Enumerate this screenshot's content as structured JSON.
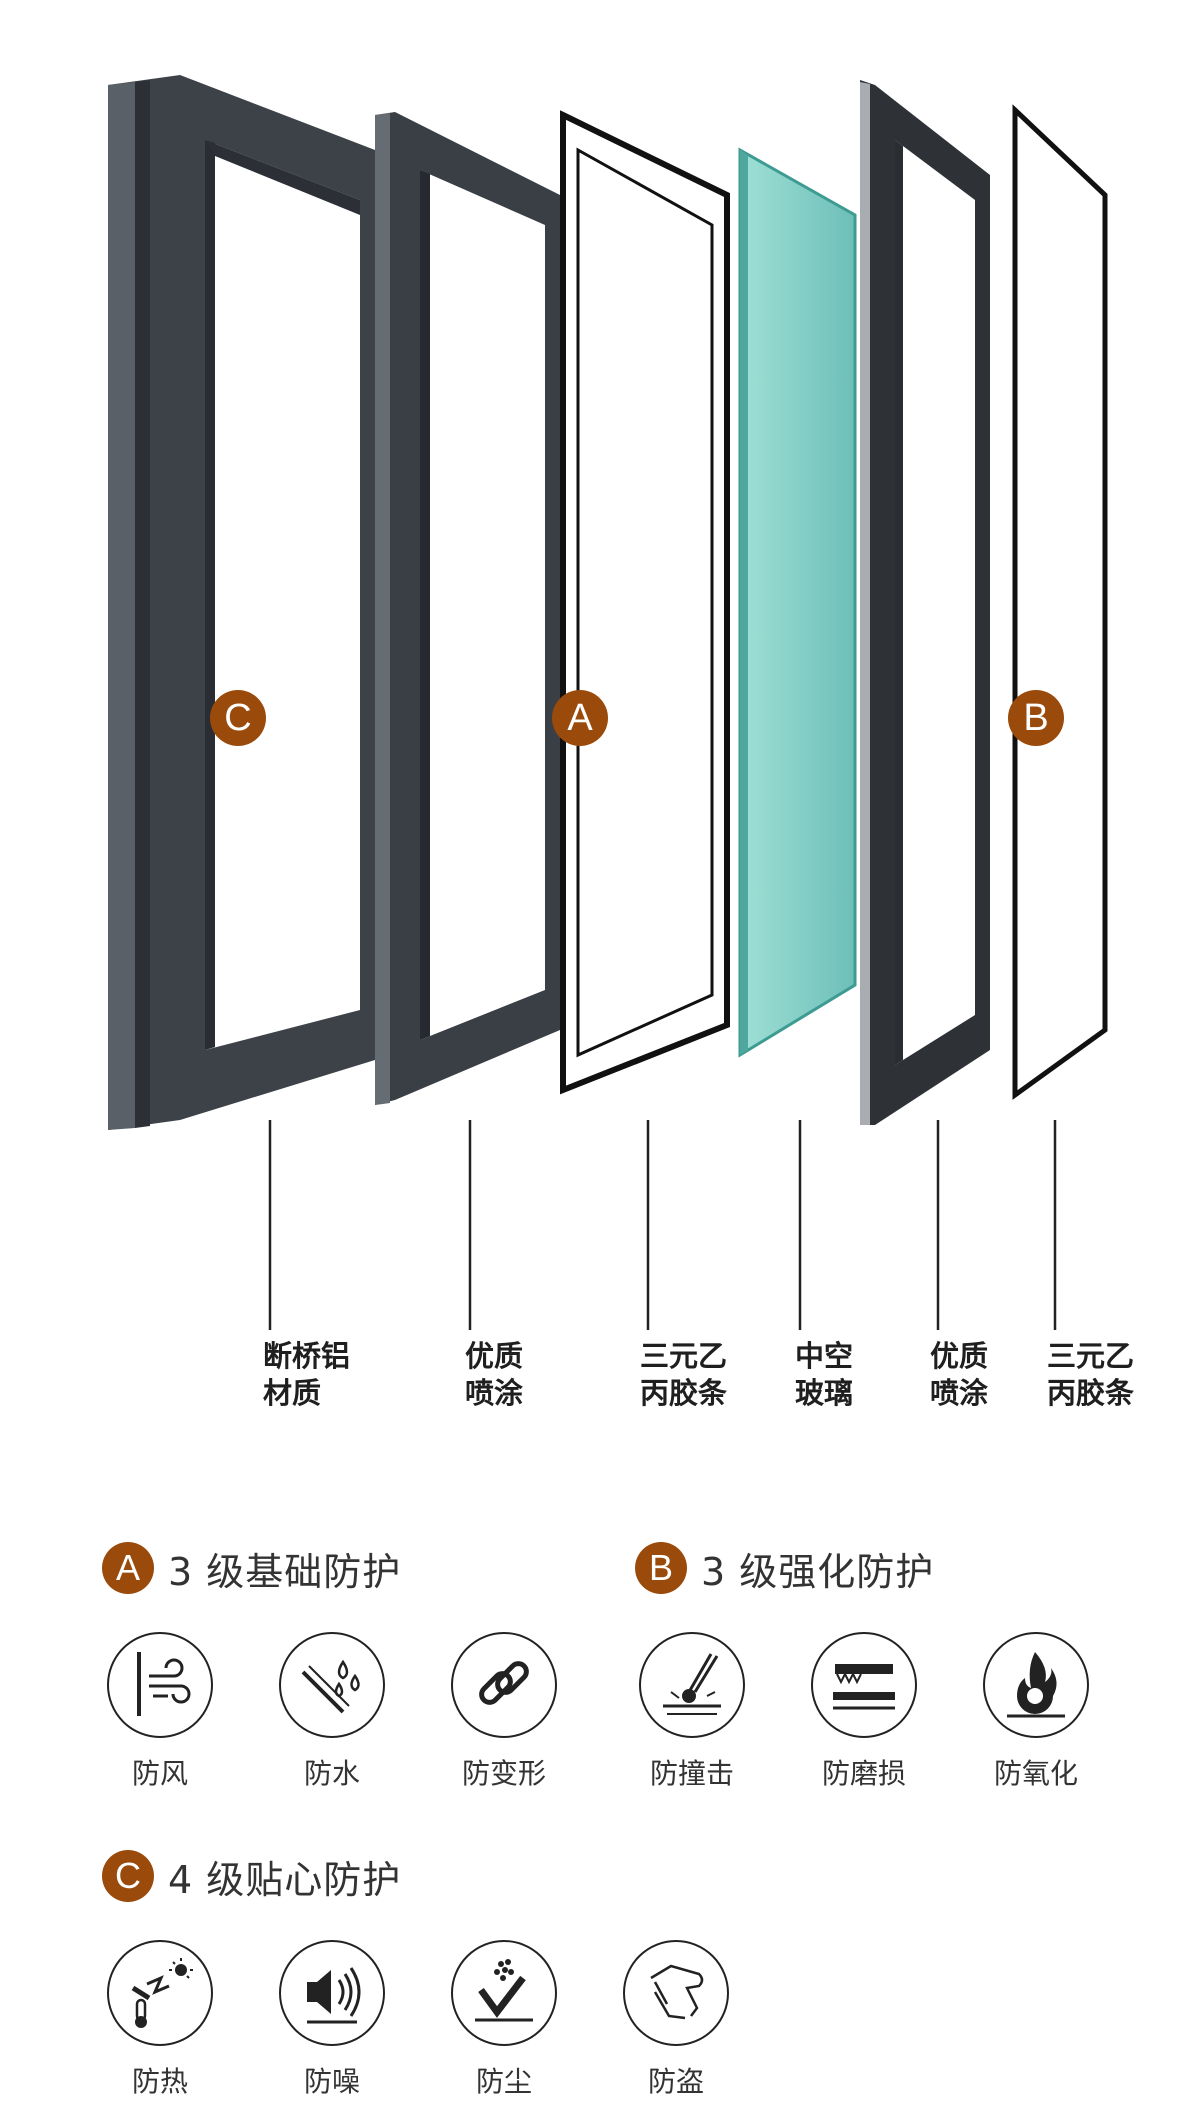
{
  "components": [
    {
      "line1": "断桥铝",
      "line2": "材质"
    },
    {
      "line1": "优质",
      "line2": "喷涂"
    },
    {
      "line1": "三元乙",
      "line2": "丙胶条"
    },
    {
      "line1": "中空",
      "line2": "玻璃"
    },
    {
      "line1": "优质",
      "line2": "喷涂"
    },
    {
      "line1": "三元乙",
      "line2": "丙胶条"
    }
  ],
  "markers": {
    "c": "C",
    "a": "A",
    "b": "B"
  },
  "sections": {
    "a": {
      "badge": "A",
      "title": "3 级基础防护",
      "features": [
        {
          "label": "防风",
          "icon": "wind-icon"
        },
        {
          "label": "防水",
          "icon": "water-drop-icon"
        },
        {
          "label": "防变形",
          "icon": "chain-link-icon"
        }
      ]
    },
    "b": {
      "badge": "B",
      "title": "3 级强化防护",
      "features": [
        {
          "label": "防撞击",
          "icon": "impact-icon"
        },
        {
          "label": "防磨损",
          "icon": "abrasion-icon"
        },
        {
          "label": "防氧化",
          "icon": "flame-oxidation-icon"
        }
      ]
    },
    "c": {
      "badge": "C",
      "title": "4 级贴心防护",
      "features": [
        {
          "label": "防热",
          "icon": "heat-thermometer-icon"
        },
        {
          "label": "防噪",
          "icon": "speaker-noise-icon"
        },
        {
          "label": "防尘",
          "icon": "dust-icon"
        },
        {
          "label": "防盗",
          "icon": "anti-theft-hand-icon"
        }
      ]
    }
  },
  "colors": {
    "accent": "#9a4a0a",
    "frame": "#3b4048",
    "glass": "#7fc9c2"
  }
}
